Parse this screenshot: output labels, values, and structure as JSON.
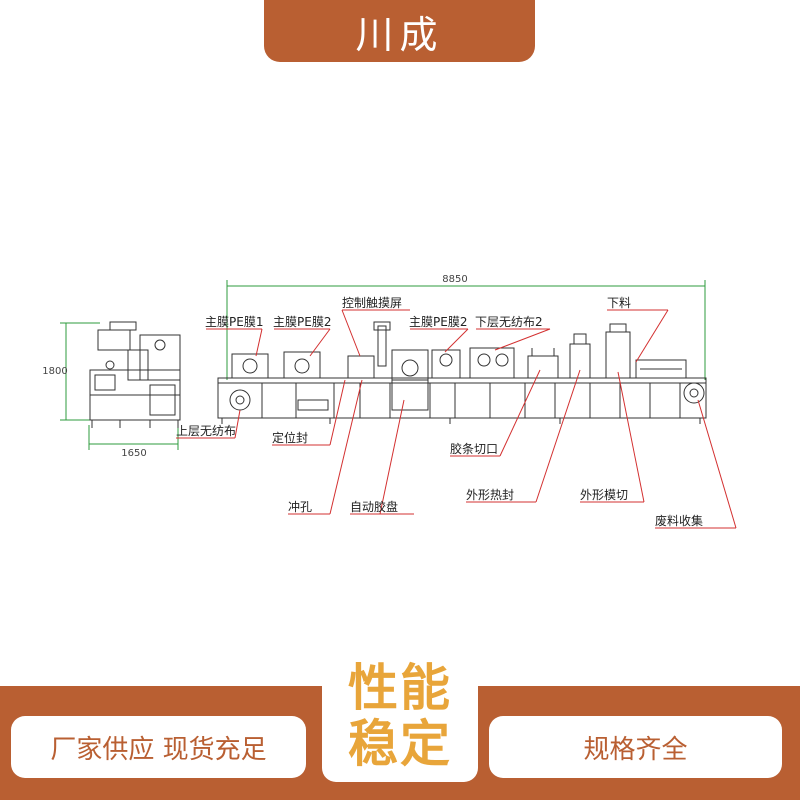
{
  "header": {
    "brand": "川成"
  },
  "diagram": {
    "dim_total_length": "8850",
    "dim_height": "1800",
    "dim_left_width": "1650",
    "labels": {
      "main_film_pe1": "主膜PE膜1",
      "main_film_pe2": "主膜PE膜2",
      "control_touchscreen": "控制触摸屏",
      "main_film_pe2_b": "主膜PE膜2",
      "lower_nonwoven2": "下层无纺布2",
      "unloading": "下料",
      "upper_nonwoven": "上层无纺布",
      "positioning_seal": "定位封",
      "punch": "冲孔",
      "auto_tape_reel": "自动胶盘",
      "tape_cut": "胶条切口",
      "outline_heat_seal": "外形热封",
      "outline_die_cut": "外形模切",
      "waste_collection": "废料收集"
    }
  },
  "footer": {
    "left_text": "厂家供应 现货充足",
    "center_line1": "性能",
    "center_line2": "稳定",
    "right_text": "规格齐全"
  },
  "colors": {
    "brand": "#b95f32",
    "accent": "#e8a53a",
    "dimension": "#2e9b3c",
    "callout": "#d33030"
  }
}
